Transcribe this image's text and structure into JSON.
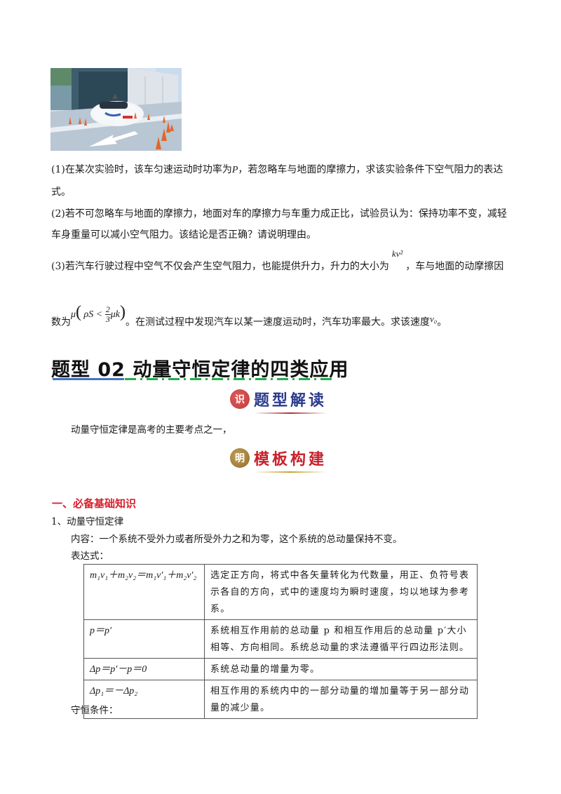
{
  "figure": {
    "alt": "自动驾驶测试车驶出风洞试验场，周围摆放交通锥",
    "icon": "photo-test-car"
  },
  "questions": [
    {
      "label": "(1)",
      "text_a": "在某次实验时，该车匀速运动时功率为",
      "var": "P",
      "text_b": "，若忽略车与地面的摩擦力，求该实验条件下空气阻力的表达",
      "text_c": "式。"
    },
    {
      "label": "(2)",
      "line1": "若不可忽略车与地面的摩擦力，地面对车的摩擦力与车重力成正比，试验员认为：保持功率不变，减轻",
      "line2": "车身重量可以减小空气阻力。该结论是否正确？请说明理由。"
    },
    {
      "label": "(3)",
      "line1_a": "若汽车行驶过程中空气不仅会产生空气阻力，也能提供升力，升力的大小为",
      "lift": "kv²",
      "line1_b": "，车与地面的动摩擦因",
      "line2_a": "数为",
      "mu": "μ",
      "cond_a": "ρS <",
      "frac_num": "2",
      "frac_den": "3",
      "cond_b": "μk",
      "line2_b": "。在测试过程中发现汽车以某一速度运动时，汽车功率最大。求该速度",
      "v0": "v₀",
      "line2_c": "。"
    }
  ],
  "section": {
    "title": "题型 02  动量守恒定律的四类应用",
    "badge1": {
      "seal": "识",
      "label": "题型解读",
      "icon": "seal-shi-icon"
    },
    "intro": "动量守恒定律是高考的主要考点之一，",
    "badge2": {
      "seal": "明",
      "label": "模板构建",
      "icon": "seal-ming-icon"
    }
  },
  "knowledge": {
    "heading": "一、必备基础知识",
    "item1": "1、动量守恒定律",
    "content": "内容：一个系统不受外力或者所受外力之和为零，这个系统的总动量保持不变。",
    "expr_label": "表达式：",
    "table": [
      {
        "formula": "m₁v₁＋m₂v₂＝m₁v′₁＋m₂v′₂",
        "desc": "选定正方向，将式中各矢量转化为代数量，用正、负符号表示各自的方向，式中的速度均为瞬时速度，均以地球为参考系。"
      },
      {
        "formula": "p＝p′",
        "desc": "系统相互作用前的总动量 p 和相互作用后的总动量 p′大小相等、方向相同。系统总动量的求法遵循平行四边形法则。"
      },
      {
        "formula": "Δp＝p′－p＝0",
        "desc": "系统总动量的增量为零。"
      },
      {
        "formula": "Δp₁＝－Δp₂",
        "desc": "相互作用的系统内中的一部分动量的增加量等于另一部分动量的减少量。"
      }
    ],
    "cond_label": "守恒条件："
  }
}
